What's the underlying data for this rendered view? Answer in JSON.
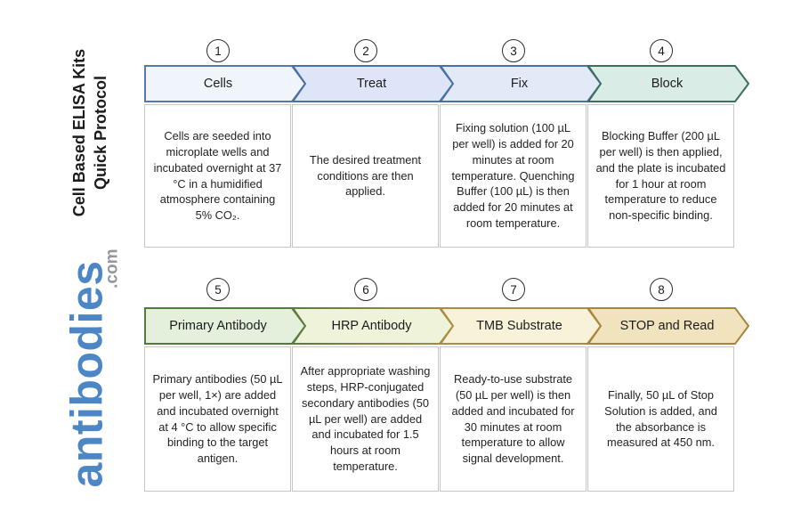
{
  "page": {
    "background": "#ffffff"
  },
  "sidebar": {
    "title_line1": "Cell Based ELISA Kits",
    "title_line2": "Quick Protocol",
    "logo_text": "antibodies",
    "logo_suffix": ".com",
    "brand_blue": "#4c86c5",
    "suffix_gray": "#94989c"
  },
  "steps": [
    {
      "number": "1",
      "label": "Cells",
      "fill": "#f0f4fb",
      "border_from": "#5579ab",
      "border_to": "#5579ab",
      "description": "Cells are seeded into microplate wells and incubated overnight at 37 °C in a humidified atmosphere containing 5% CO₂."
    },
    {
      "number": "2",
      "label": "Treat",
      "fill": "#dfe5f8",
      "border_from": "#4a71a6",
      "border_to": "#4a71a6",
      "description": "The desired treatment conditions are then applied."
    },
    {
      "number": "3",
      "label": "Fix",
      "fill": "#e2eaf8",
      "border_from": "#4a71a6",
      "border_to": "#4a71a6",
      "description": "Fixing solution (100 µL per well) is added for 20 minutes at room temperature. Quenching Buffer (100 µL) is then added for 20 minutes at room temperature."
    },
    {
      "number": "4",
      "label": "Block",
      "fill": "#d9ece6",
      "border_from": "#3e6d62",
      "border_to": "#3e6d62",
      "description": "Blocking Buffer (200 µL per well) is then applied, and the plate is incubated for 1 hour at room temperature to reduce non-specific binding."
    },
    {
      "number": "5",
      "label": "Primary Antibody",
      "fill": "#e4f0dc",
      "border_from": "#527a3e",
      "border_to": "#527a3e",
      "description": "Primary antibodies (50 µL per well, 1×) are added and incubated overnight at 4 °C to allow specific binding to the target antigen."
    },
    {
      "number": "6",
      "label": "HRP Antibody",
      "fill": "#eef3da",
      "border_from": "#5a7c3e",
      "border_to": "#a98c3e",
      "description": "After appropriate washing steps, HRP-conjugated secondary antibodies (50 µL per well) are added and incubated for 1.5 hours at room temperature."
    },
    {
      "number": "7",
      "label": "TMB Substrate",
      "fill": "#f7f2d8",
      "border_from": "#ab8d40",
      "border_to": "#ab8d40",
      "description": "Ready-to-use substrate (50 µL per well) is then added and incubated for 30 minutes at room temperature to allow signal development."
    },
    {
      "number": "8",
      "label": "STOP and Read",
      "fill": "#f0e3bd",
      "border_from": "#a5863a",
      "border_to": "#a5863a",
      "description": "Finally, 50 µL of Stop Solution is added, and the absorbance is measured at 450 nm."
    }
  ]
}
